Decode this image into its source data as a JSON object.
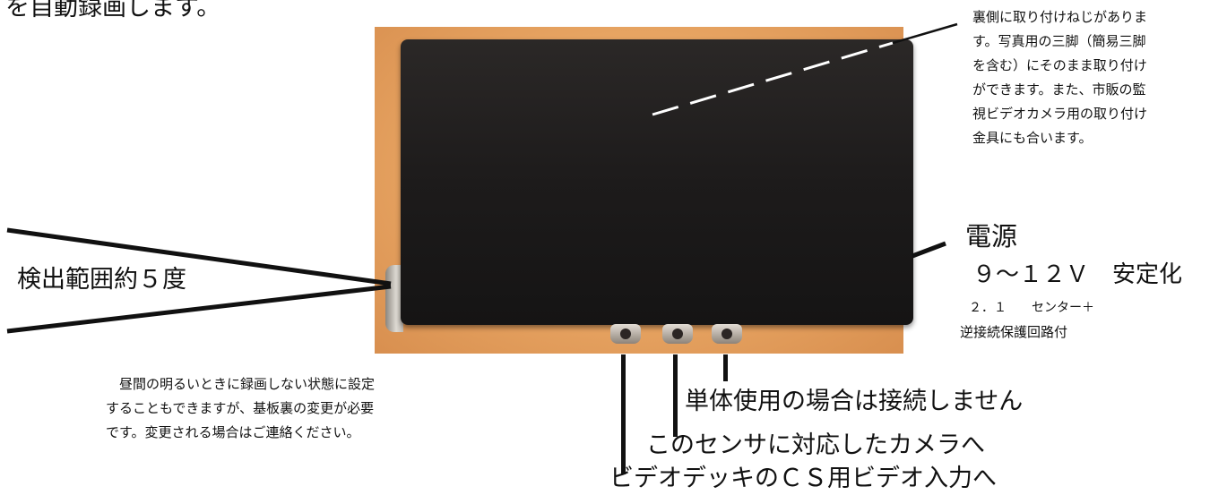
{
  "top_left_fragment": "を自動録画します。",
  "mount_note": {
    "lines": [
      "裏側に取り付けねじがありま",
      "す。写真用の三脚（簡易三脚",
      "を含む）にそのまま取り付け",
      "ができます。また、市販の監",
      "視ビデオカメラ用の取り付け",
      "金具にも合います。"
    ]
  },
  "detection": {
    "label": "検出範囲約５度"
  },
  "power": {
    "title": "電源",
    "voltage": "９～１２Ｖ　安定化",
    "plug": "２．１　　センター＋",
    "protection": "逆接続保護回路付"
  },
  "daytime_note": {
    "lines": [
      "　昼間の明るいときに録画しない状態に設定",
      "することもできますが、基板裏の変更が必要",
      "です。変更される場合はご連絡ください。"
    ]
  },
  "jack_labels": {
    "right": "単体使用の場合は接続しません",
    "middle": "このセンサに対応したカメラへ",
    "left": "ビデオデッキのＣＳ用ビデオ入力へ"
  }
}
